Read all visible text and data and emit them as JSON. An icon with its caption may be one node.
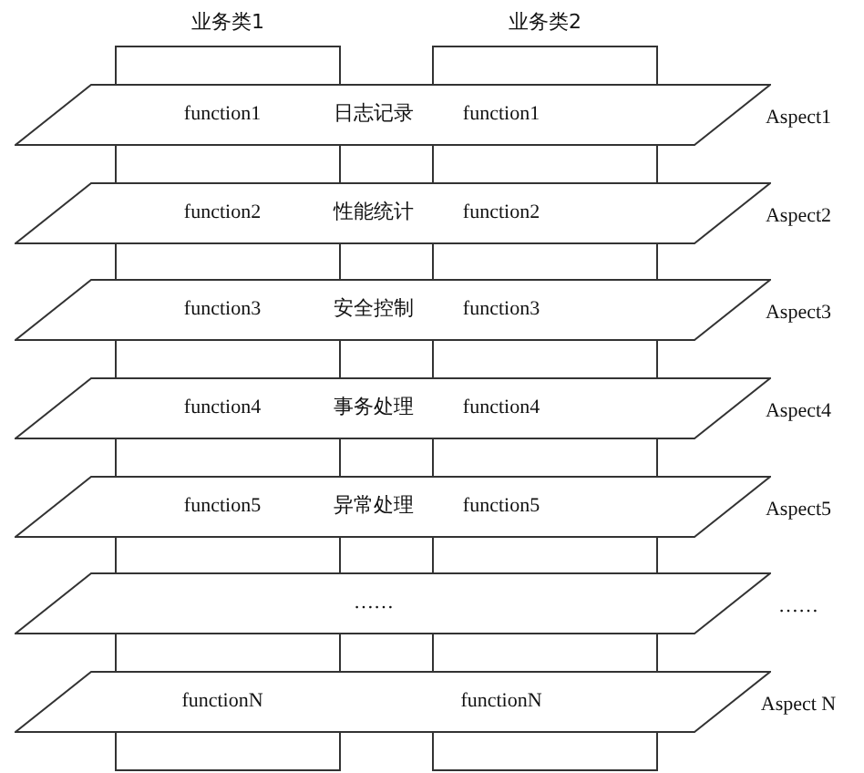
{
  "diagram": {
    "nodes": [
      {
        "text": [
          "业务类1"
        ]
      },
      {
        "text": [
          "业务类2"
        ]
      },
      {
        "text": [
          "function1",
          "日志记录",
          "function1"
        ],
        "beside": [
          "Aspect1"
        ]
      },
      {
        "text": [
          "function2",
          "性能统计",
          "function2"
        ],
        "beside": [
          "Aspect2"
        ]
      },
      {
        "text": [
          "function3",
          "安全控制",
          "function3"
        ],
        "beside": [
          "Aspect3"
        ]
      },
      {
        "text": [
          "function4",
          "事务处理",
          "function4"
        ],
        "beside": [
          "Aspect4"
        ]
      },
      {
        "text": [
          "function5",
          "异常处理",
          "function5"
        ],
        "beside": [
          "Aspect5"
        ]
      },
      {
        "text": [
          "……"
        ],
        "beside": [
          "……"
        ]
      },
      {
        "text": [
          "functionN",
          "functionN"
        ],
        "beside": [
          "Aspect N"
        ]
      }
    ],
    "edges": []
  }
}
